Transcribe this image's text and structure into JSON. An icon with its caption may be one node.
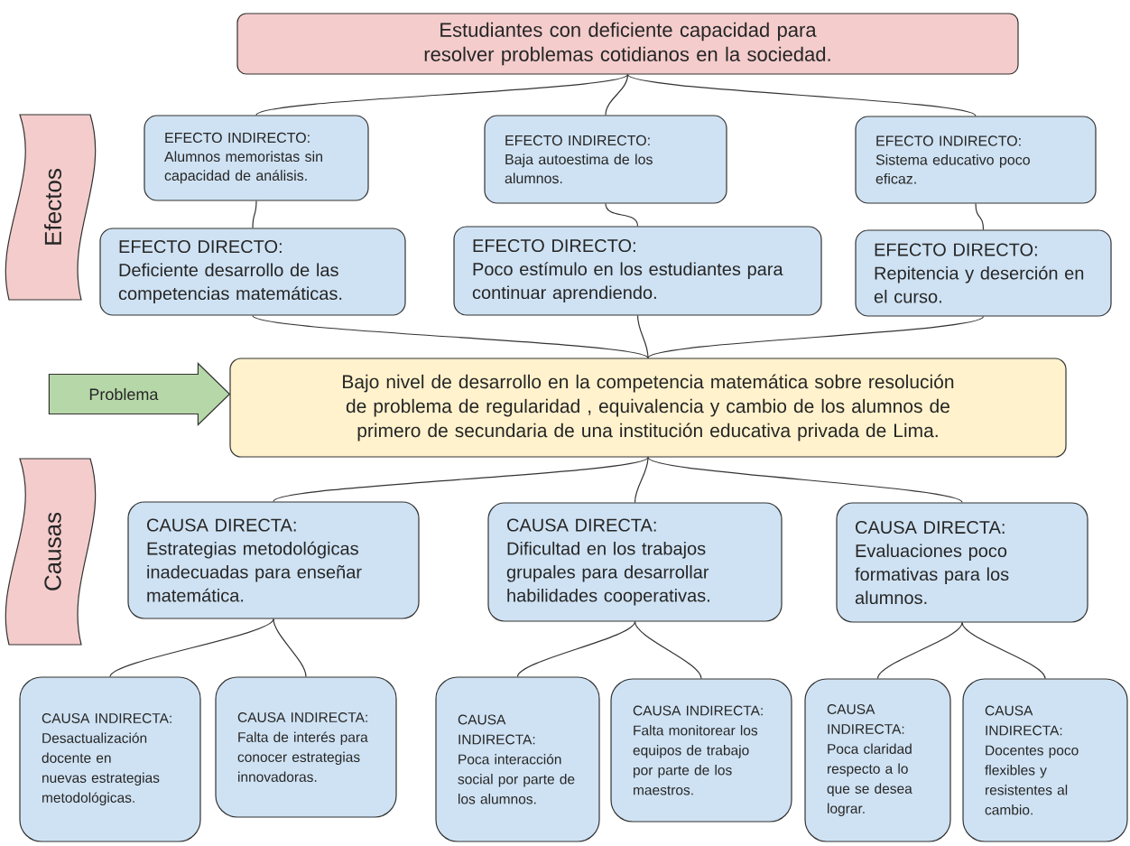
{
  "diagram": {
    "nodes": [
      {
        "text": [
          "Estudiantes con deficiente capacidad para resolver problemas cotidianos en la sociedad."
        ]
      },
      {
        "text": [
          "Efectos"
        ]
      },
      {
        "text": [
          "EFECTO INDIRECTO:",
          "Alumnos memoristas sin capacidad de análisis."
        ]
      },
      {
        "text": [
          "EFECTO INDIRECTO:",
          "Baja autoestima de los alumnos."
        ]
      },
      {
        "text": [
          "EFECTO INDIRECTO:",
          "Sistema educativo poco eficaz."
        ]
      },
      {
        "text": [
          "EFECTO DIRECTO:",
          "Deficiente desarrollo de las competencias matemáticas."
        ]
      },
      {
        "text": [
          "EFECTO DIRECTO:",
          "Poco estímulo en los estudiantes para continuar aprendiendo."
        ]
      },
      {
        "text": [
          "EFECTO DIRECTO:",
          "Repitencia y deserción en el curso."
        ]
      },
      {
        "text": [
          "Bajo nivel de desarrollo en la competencia matemática sobre resolución de problema de regularidad , equivalencia y cambio de los alumnos de primero de secundaria de una institución educativa privada de Lima."
        ]
      },
      {
        "text": [
          "Causas"
        ]
      },
      {
        "text": [
          "CAUSA DIRECTA:",
          "Estrategias metodológicas inadecuadas para enseñar matemática."
        ]
      },
      {
        "text": [
          "CAUSA DIRECTA:",
          "Dificultad en los trabajos grupales para desarrollar habilidades cooperativas."
        ]
      },
      {
        "text": [
          "CAUSA DIRECTA:",
          "Evaluaciones poco formativas para los alumnos."
        ]
      },
      {
        "text": [
          "CAUSA INDIRECTA:",
          "Desactualización docente en nuevas estrategias metodológicas."
        ]
      },
      {
        "text": [
          "CAUSA INDIRECTA:",
          "Falta de interés para conocer estrategias innovadoras."
        ]
      },
      {
        "text": [
          "CAUSA INDIRECTA:",
          "Poca interacción social por parte de los alumnos."
        ]
      },
      {
        "text": [
          "CAUSA INDIRECTA:",
          "Falta monitorear los equipos de trabajo por parte de los maestros."
        ]
      },
      {
        "text": [
          "CAUSA INDIRECTA:",
          "Poca claridad respecto a lo que se desea lograr."
        ]
      },
      {
        "text": [
          "CAUSA INDIRECTA:",
          "Docentes poco flexibles y resistentes al cambio."
        ]
      }
    ],
    "edges": [
      {
        "from": 0,
        "to": 2,
        "arrow": "none"
      },
      {
        "from": 0,
        "to": 3,
        "arrow": "none"
      },
      {
        "from": 0,
        "to": 4,
        "arrow": "none"
      },
      {
        "from": 2,
        "to": 5,
        "arrow": "none"
      },
      {
        "from": 3,
        "to": 6,
        "arrow": "none"
      },
      {
        "from": 4,
        "to": 7,
        "arrow": "none"
      },
      {
        "from": 5,
        "to": 8,
        "arrow": "none"
      },
      {
        "from": 6,
        "to": 8,
        "arrow": "none"
      },
      {
        "from": 7,
        "to": 8,
        "arrow": "none"
      },
      {
        "from": 8,
        "to": 10,
        "arrow": "none"
      },
      {
        "from": 8,
        "to": 11,
        "arrow": "none"
      },
      {
        "from": 8,
        "to": 12,
        "arrow": "none"
      },
      {
        "from": 10,
        "to": 13,
        "arrow": "none"
      },
      {
        "from": 10,
        "to": 14,
        "arrow": "none"
      },
      {
        "from": 11,
        "to": 15,
        "arrow": "none"
      },
      {
        "from": 11,
        "to": 16,
        "arrow": "none"
      },
      {
        "from": 12,
        "to": 17,
        "arrow": "none"
      },
      {
        "from": 12,
        "to": 18,
        "arrow": "none"
      },
      {
        "from": null,
        "to": 8,
        "arrow": "to",
        "label": "Problema",
        "color": "#b6d7a8"
      }
    ]
  }
}
